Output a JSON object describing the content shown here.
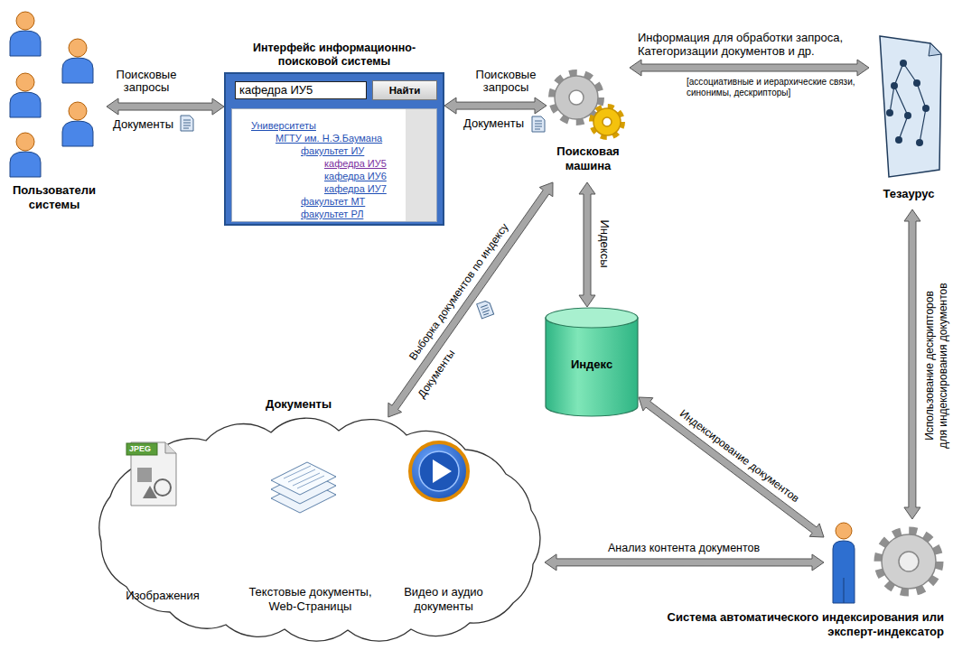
{
  "diagram": {
    "nodes": [
      {
        "text": [
          "Пользователи системы"
        ]
      },
      {
        "text": [
          "Интерфейс информационно-поисковой системы"
        ]
      },
      {
        "text": [
          "кафедра ИУ5"
        ],
        "in": 1
      },
      {
        "text": [
          "Найти"
        ],
        "in": 1
      },
      {
        "text": [
          "Университеты",
          "МГТУ им. Н.Э.Баумана",
          "факультет ИУ",
          "кафедра ИУ5",
          "кафедра ИУ6",
          "кафедра ИУ7",
          "факультет МТ",
          "факультет РЛ"
        ],
        "in": 1
      },
      {
        "text": [
          "Поисковая машина"
        ]
      },
      {
        "text": [
          "Тезаурус"
        ]
      },
      {
        "text": [
          "Индекс"
        ]
      },
      {
        "text": [
          "Документы"
        ]
      },
      {
        "text": [
          "Изображения"
        ],
        "in": 8
      },
      {
        "text": [
          "Текстовые документы, Web-Страницы"
        ],
        "in": 8
      },
      {
        "text": [
          "Видео и аудио документы"
        ],
        "in": 8
      },
      {
        "text": [
          "Система автоматического индексирования или эксперт-индексатор"
        ]
      }
    ],
    "edges": [
      {
        "from": 0,
        "to": 1,
        "arrow": "both",
        "label": "Поисковые запросы"
      },
      {
        "from": 1,
        "to": 5,
        "arrow": "both",
        "label": "Поисковые запросы"
      },
      {
        "from": 5,
        "to": 6,
        "arrow": "both",
        "label": "Информация для обработки запроса, Категоризации документов и др."
      },
      {
        "from": 5,
        "to": 7,
        "arrow": "both",
        "label": "Индексы"
      },
      {
        "from": 5,
        "to": 8,
        "arrow": "both",
        "label": "Выборка документов по индексу"
      },
      {
        "from": 7,
        "to": 12,
        "arrow": "both",
        "label": "Индексирование документов"
      },
      {
        "from": 6,
        "to": 12,
        "arrow": "both",
        "label": "Использование дескрипторов для индексирования документов"
      },
      {
        "from": 8,
        "to": 12,
        "arrow": "both",
        "label": "Анализ контента документов"
      }
    ],
    "labels": [
      "Документы",
      "Документы",
      "[ассоциативные и иерархические связи, синонимы, дескрипторы]",
      "Документы",
      "JPEG"
    ]
  }
}
